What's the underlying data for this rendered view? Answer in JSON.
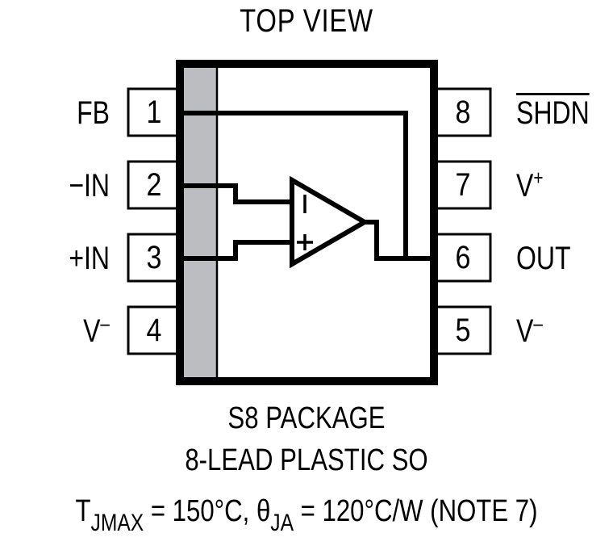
{
  "title": "TOP VIEW",
  "package": {
    "body_fill": "#ffffff",
    "strip_fill": "#bcbdc0",
    "line_color": "#000000"
  },
  "pins_left": [
    {
      "num": "1",
      "label": "FB"
    },
    {
      "num": "2",
      "label": "−IN"
    },
    {
      "num": "3",
      "label": "+IN"
    },
    {
      "num": "4",
      "label": "V",
      "sup": "–"
    }
  ],
  "pins_right": [
    {
      "num": "8",
      "label": "SHDN",
      "overbar": true
    },
    {
      "num": "7",
      "label": "V",
      "sup": "+"
    },
    {
      "num": "6",
      "label": "OUT"
    },
    {
      "num": "5",
      "label": "V",
      "sup": "–"
    }
  ],
  "amplifier": {
    "inverting_symbol": "−",
    "noninverting_symbol": "+"
  },
  "footer": {
    "line1": "S8 PACKAGE",
    "line2": "8-LEAD PLASTIC SO",
    "line3": {
      "t_symbol": "T",
      "t_sub": "JMAX",
      "t_value": " = 150°C, ",
      "theta_symbol": "θ",
      "theta_sub": "JA",
      "theta_value": " = 120°C/W (NOTE 7)"
    }
  }
}
